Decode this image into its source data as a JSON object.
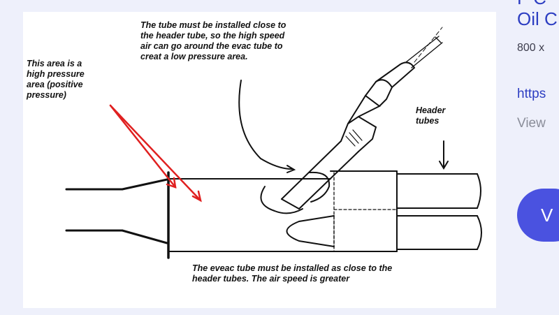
{
  "diagram": {
    "note_top": "The tube must be installed close to\nthe header tube, so the high speed\nair can go around the evac tube to\ncreat a low pressure area.",
    "note_left": "This area is a\nhigh pressure\narea (positive\npressure)",
    "note_right": "Header\ntubes",
    "note_bottom": "The eveac tube must be installed as close to the\nheader tubes. The air speed is greater",
    "arrow_color": "#e02020"
  },
  "side_panel": {
    "title_top": "F C",
    "title": "Oil C",
    "dims": "800 x",
    "link": "https",
    "view": "View",
    "visit_button": "V"
  }
}
